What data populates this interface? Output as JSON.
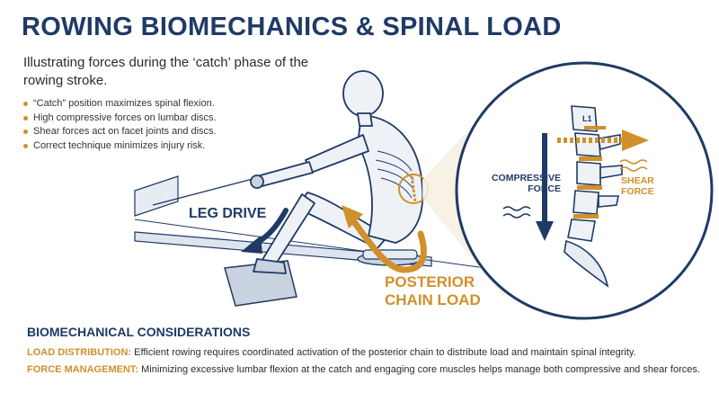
{
  "title": "ROWING BIOMECHANICS & SPINAL LOAD",
  "subtitle": "Illustrating forces during the ‘catch’ phase of the rowing stroke.",
  "bullets": [
    "“Catch” position maximizes spinal flexion.",
    "High compressive forces on lumbar discs.",
    "Shear forces act on facet joints and discs.",
    "Correct technique minimizes injury risk."
  ],
  "labels": {
    "leg_drive": "LEG DRIVE",
    "posterior_line1": "POSTERIOR",
    "posterior_line2": "CHAIN LOAD",
    "compressive_line1": "COMPRESSIVE",
    "compressive_line2": "FORCE",
    "shear_line1": "SHEAR",
    "shear_line2": "FORCE",
    "vertebra": "L1"
  },
  "considerations": {
    "heading": "BIOMECHANICAL CONSIDERATIONS",
    "items": [
      {
        "term": "LOAD DISTRIBUTION:",
        "text": " Efficient rowing requires coordinated activation of the posterior chain to distribute load and maintain spinal integrity."
      },
      {
        "term": "FORCE MANAGEMENT:",
        "text": " Minimizing excessive lumbar flexion at the catch and engaging core muscles helps manage both compressive and shear forces."
      }
    ]
  },
  "colors": {
    "navy": "#1f3a66",
    "gold": "#d1902a"
  },
  "icons": [
    "leg-drive-arrow",
    "compressive-arrow",
    "shear-arrow",
    "posterior-chain-arrow"
  ]
}
